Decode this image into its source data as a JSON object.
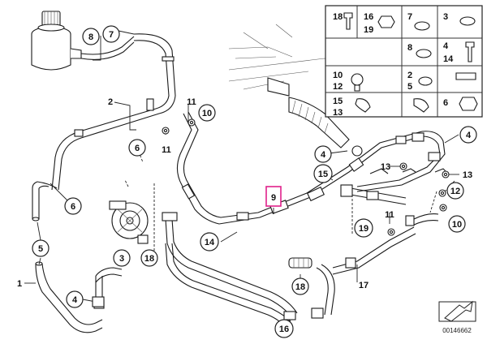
{
  "diagram": {
    "reference_number": "00146662",
    "highlighted_label": "9",
    "callouts": [
      {
        "id": "c8",
        "text": "8"
      },
      {
        "id": "c7",
        "text": "7"
      },
      {
        "id": "c2",
        "text": "2"
      },
      {
        "id": "c11a",
        "text": "11"
      },
      {
        "id": "c10a",
        "text": "10"
      },
      {
        "id": "c11b",
        "text": "11"
      },
      {
        "id": "c6a",
        "text": "6"
      },
      {
        "id": "c6b",
        "text": "6"
      },
      {
        "id": "c5",
        "text": "5"
      },
      {
        "id": "c1",
        "text": "1"
      },
      {
        "id": "c3",
        "text": "3"
      },
      {
        "id": "c18a",
        "text": "18"
      },
      {
        "id": "c4a",
        "text": "4"
      },
      {
        "id": "c14",
        "text": "14"
      },
      {
        "id": "c9",
        "text": "9"
      },
      {
        "id": "c4b",
        "text": "4"
      },
      {
        "id": "c15",
        "text": "15"
      },
      {
        "id": "c4c",
        "text": "4"
      },
      {
        "id": "c13a",
        "text": "13"
      },
      {
        "id": "c13b",
        "text": "13"
      },
      {
        "id": "c12",
        "text": "12"
      },
      {
        "id": "c19",
        "text": "19"
      },
      {
        "id": "c11c",
        "text": "11"
      },
      {
        "id": "c10b",
        "text": "10"
      },
      {
        "id": "c17",
        "text": "17"
      },
      {
        "id": "c18b",
        "text": "18"
      },
      {
        "id": "c16",
        "text": "16"
      }
    ],
    "legend_cells": [
      {
        "id": "g18",
        "text": "18"
      },
      {
        "id": "g16",
        "text": "16"
      },
      {
        "id": "g19",
        "text": "19"
      },
      {
        "id": "g7",
        "text": "7"
      },
      {
        "id": "g3",
        "text": "3"
      },
      {
        "id": "g8",
        "text": "8"
      },
      {
        "id": "g4",
        "text": "4"
      },
      {
        "id": "g14",
        "text": "14"
      },
      {
        "id": "g10",
        "text": "10"
      },
      {
        "id": "g12",
        "text": "12"
      },
      {
        "id": "g2",
        "text": "2"
      },
      {
        "id": "g5",
        "text": "5"
      },
      {
        "id": "g15",
        "text": "15"
      },
      {
        "id": "g13",
        "text": "13"
      },
      {
        "id": "g6",
        "text": "6"
      }
    ]
  }
}
